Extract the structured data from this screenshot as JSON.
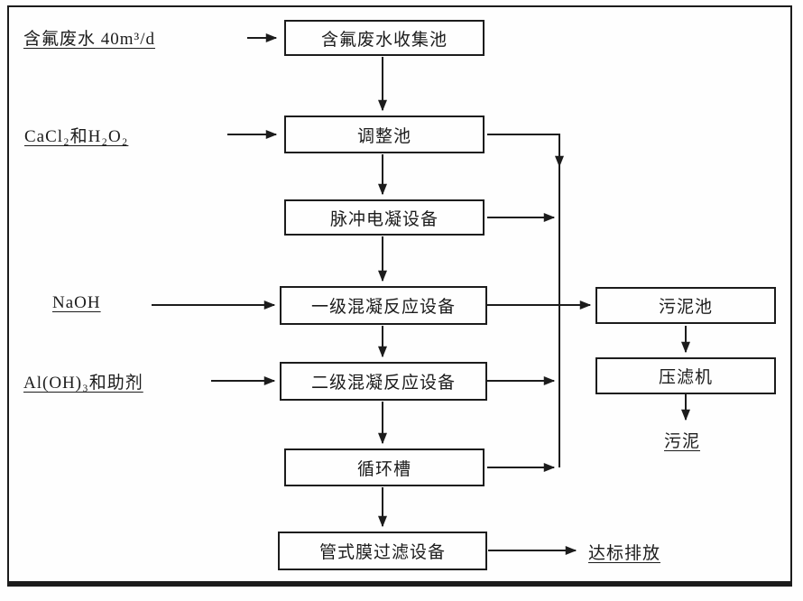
{
  "colors": {
    "ink": "#1c1c1c",
    "paper": "#fefefe"
  },
  "diagram": {
    "inputs": {
      "feed": "含氟废水 40m³/d",
      "reagent1": "CaCl₂和H₂O₂",
      "reagent2": "NaOH",
      "reagent3": "Al(OH)₃和助剂"
    },
    "nodes": {
      "collection": "含氟废水收集池",
      "adjust": "调整池",
      "pulse": "脉冲电凝设备",
      "coag1": "一级混凝反应设备",
      "coag2": "二级混凝反应设备",
      "circulation": "循环槽",
      "membrane": "管式膜过滤设备",
      "sludge_pool": "污泥池",
      "filter_press": "压滤机"
    },
    "outputs": {
      "sludge": "污泥",
      "discharge": "达标排放"
    }
  }
}
